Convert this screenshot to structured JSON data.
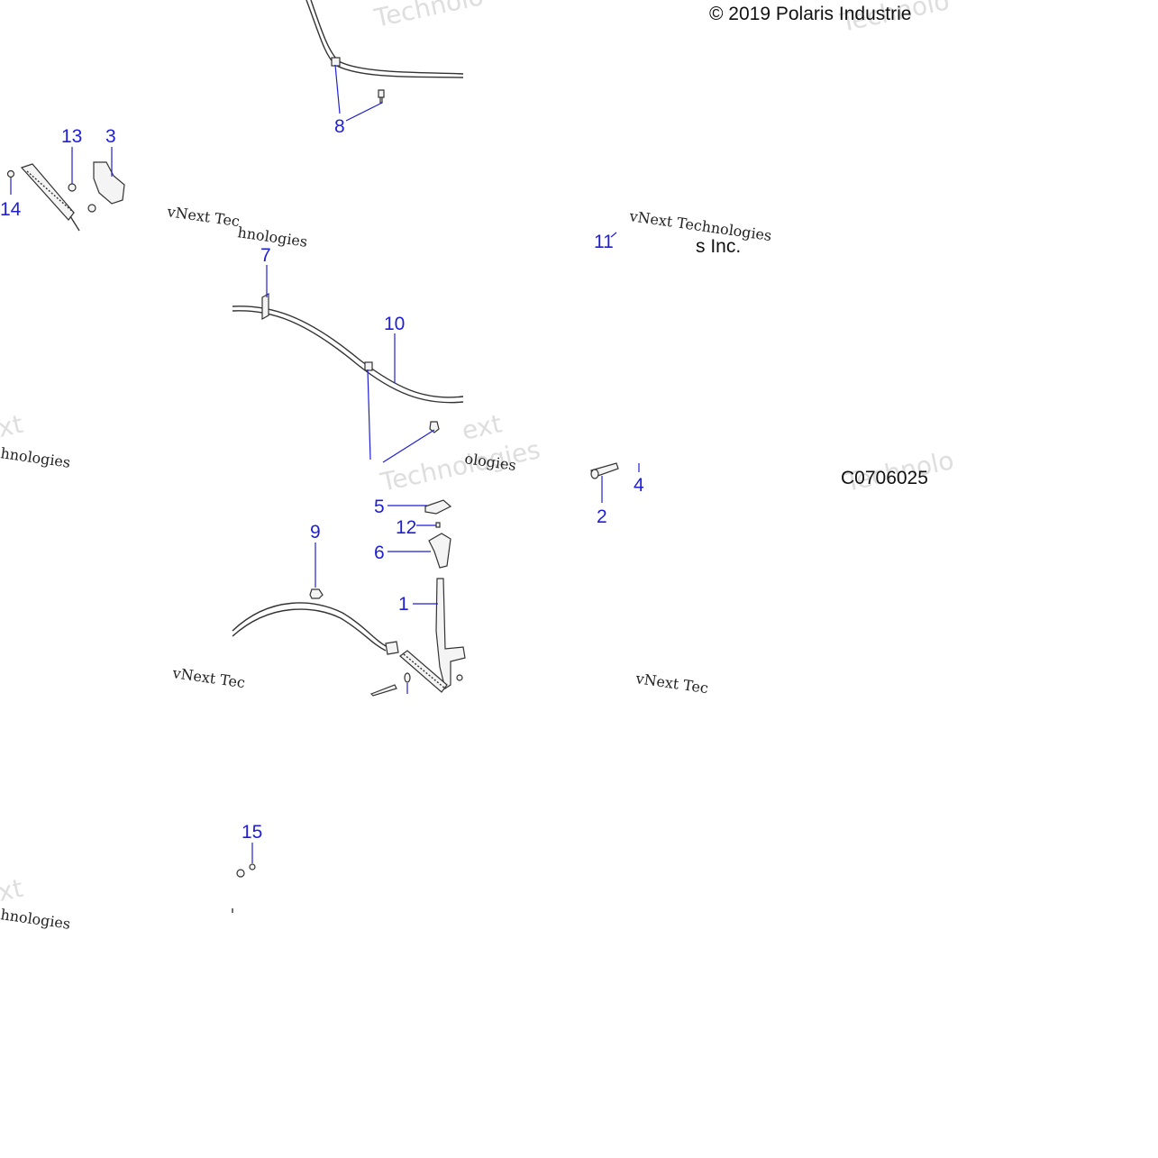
{
  "copyright": "© 2019 Polaris Industrie",
  "copyright_tail": "s Inc.",
  "diagram_code": "C0706025",
  "watermark": {
    "brand_line": "vNext Technologies",
    "short_a": "vNext Tec",
    "short_b": "hnologies",
    "fragment_a": "Technolo",
    "fragment_b": "Technologies",
    "fragment_c": "Technolo",
    "fragment_d": "ext",
    "fragment_e": "ologies",
    "fragment_f": "xt"
  },
  "callouts": {
    "c1": "1",
    "c2": "2",
    "c3": "3",
    "c4": "4",
    "c5": "5",
    "c6": "6",
    "c7": "7",
    "c8": "8",
    "c9": "9",
    "c10": "10",
    "c11": "11",
    "c12": "12",
    "c13": "13",
    "c14": "14",
    "c15": "15"
  },
  "colors": {
    "callout": "#1f1fd6",
    "line": "#333333"
  }
}
